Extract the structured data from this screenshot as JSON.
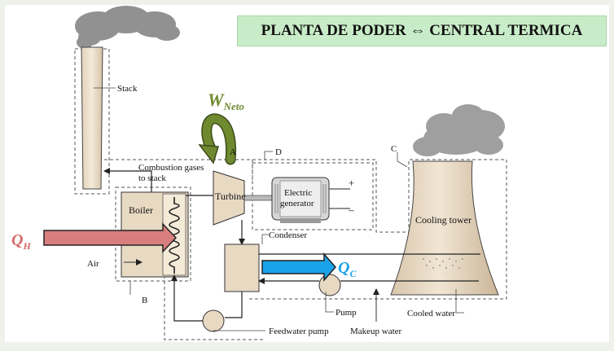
{
  "title": "PLANTA DE PODER ⇔ CENTRAL TERMICA",
  "labels": {
    "stack": "Stack",
    "combustion_gases_line1": "Combustion gases",
    "combustion_gases_line2": "to stack",
    "boiler": "Boiler",
    "air": "Air",
    "turbine": "Turbine",
    "generator_line1": "Electric",
    "generator_line2": "generator",
    "condenser": "Condenser",
    "cooling_tower": "Cooling tower",
    "pump": "Pump",
    "feedwater_pump": "Feedwater pump",
    "makeup_water": "Makeup water",
    "cooled_water": "Cooled water",
    "plus": "+",
    "minus": "–"
  },
  "boundaries": {
    "a": "A",
    "b": "B",
    "c": "C",
    "d": "D"
  },
  "energy": {
    "qh_main": "Q",
    "qh_sub": "H",
    "qc_main": "Q",
    "qc_sub": "C",
    "w_main": "W",
    "w_sub": "Neto"
  },
  "colors": {
    "heat_in": "#d97e7e",
    "heat_out": "#1aa3e8",
    "work": "#6f8a2e",
    "banner": "#c9ecc8",
    "equipment": "#e8d9c3"
  },
  "icons": {
    "heat_in_arrow": "arrow-right-icon",
    "heat_out_arrow": "arrow-right-icon",
    "work_arrow": "curved-arrow-icon",
    "smoke": "cloud-icon"
  }
}
